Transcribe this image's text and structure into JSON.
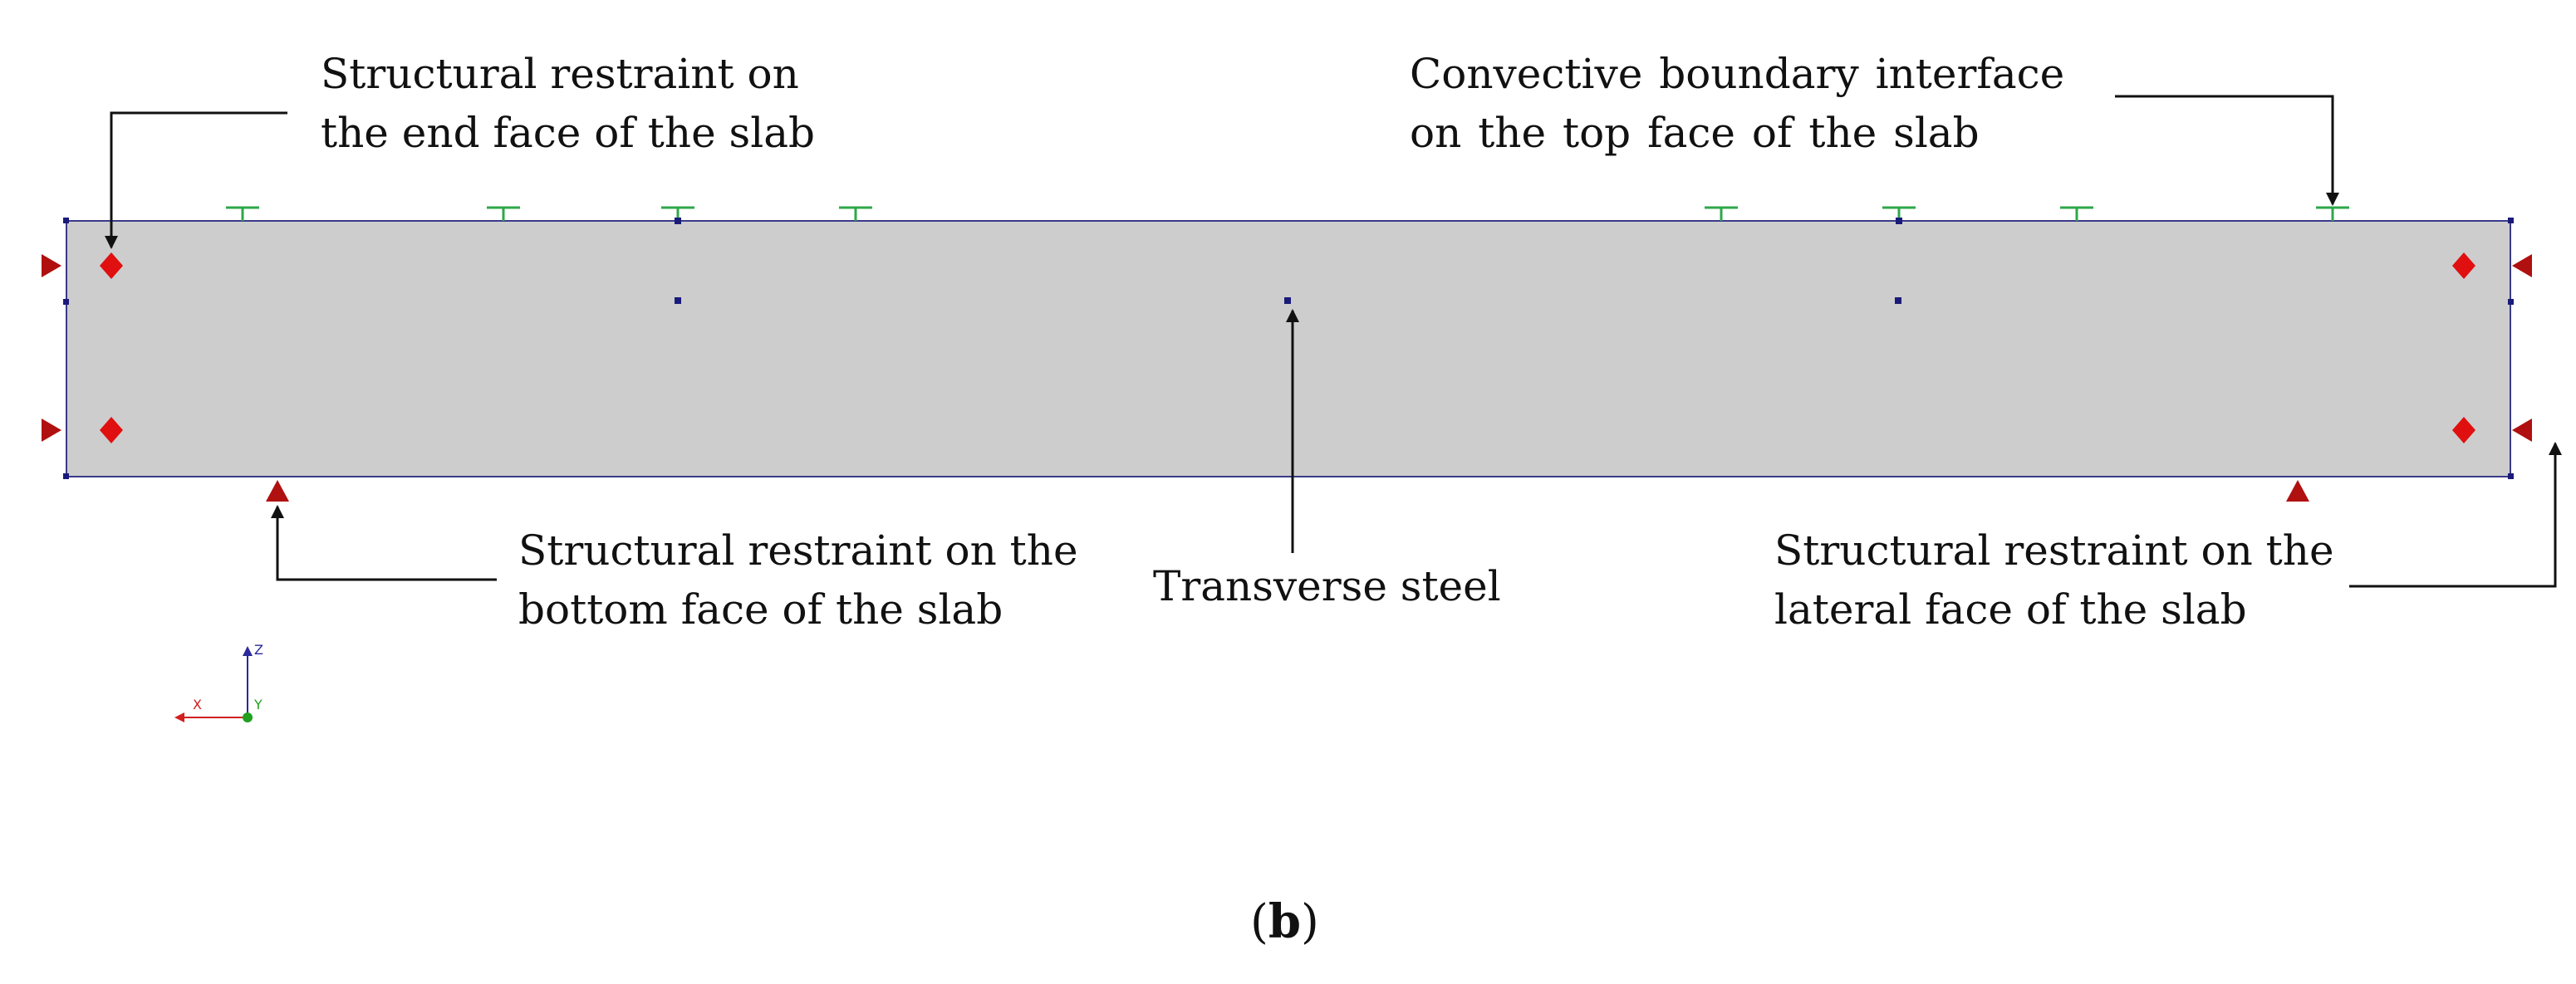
{
  "annotations": {
    "end_face": [
      "Structural restraint on",
      "the end face of the slab"
    ],
    "convective": [
      "Convective boundary interface",
      "on the top face of the slab"
    ],
    "bottom_face": [
      "Structural restraint on the",
      "bottom face of the slab"
    ],
    "transverse": "Transverse steel",
    "lateral_face": [
      "Structural restraint on the",
      "lateral face of the slab"
    ]
  },
  "caption": {
    "open": "(",
    "letter": "b",
    "close": ")"
  },
  "axes": {
    "x_label": "X",
    "y_label": "Y",
    "z_label": "Z"
  },
  "colors": {
    "slab_fill": "#cdcdcd",
    "slab_edge": "#3a3a8a",
    "restraint_red": "#d81010",
    "triangle_red": "#b01010",
    "convection_green": "#2ea84a",
    "steel_node": "#1a1a7a",
    "axis_x": "#d02020",
    "axis_y": "#20a020",
    "axis_z": "#2a2a9a",
    "leader": "#111111"
  }
}
